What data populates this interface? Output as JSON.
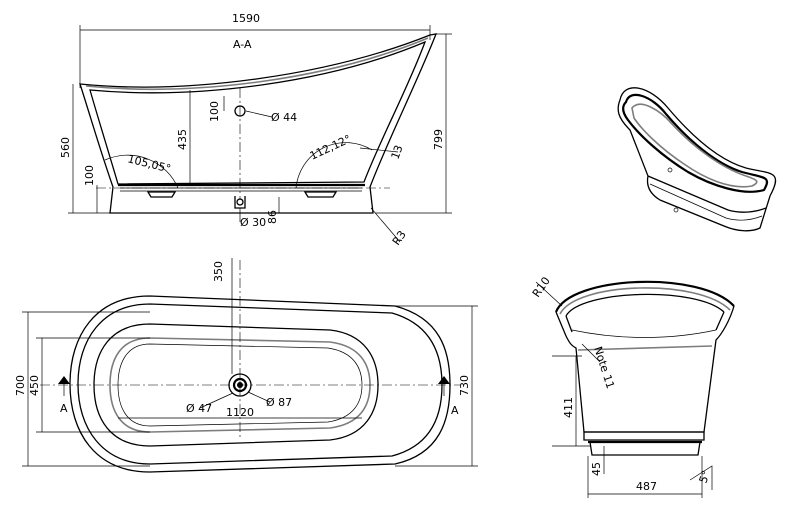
{
  "section_view": {
    "label": "A-A",
    "length": "1590",
    "height_total": "799",
    "rim_height": "560",
    "inner_depth": "435",
    "outlet_offset": "100",
    "base_offset": "100",
    "overflow_diameter": "Ø 44",
    "angle_left": "105,05°",
    "angle_right": "112,12°",
    "rim_thickness": "13",
    "drain_diameter": "Ø 30",
    "base_height": "86",
    "radius": "R3"
  },
  "plan_view": {
    "length_outer": "1120",
    "width_outer": "700",
    "width_inner": "450",
    "width_total": "730",
    "drain_offset": "350",
    "drain_diameter_a": "Ø 47",
    "drain_diameter_b": "Ø 87",
    "section_marker_left": "A",
    "section_marker_right": "A"
  },
  "end_view": {
    "radius": "R10",
    "note": "Note 11",
    "height": "411",
    "foot_height": "45",
    "width": "487",
    "angle": "5°"
  }
}
